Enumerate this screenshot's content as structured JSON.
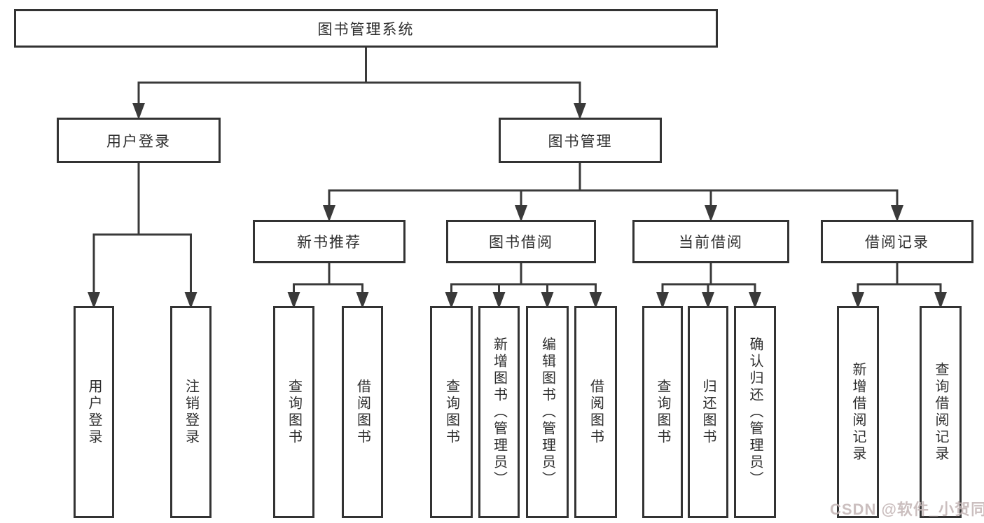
{
  "diagram": {
    "title": "图书管理系统",
    "nodes": {
      "root": "图书管理系统",
      "user_login": "用户登录",
      "book_mgmt": "图书管理",
      "new_book_rec": "新书推荐",
      "book_borrow": "图书借阅",
      "current_borrow": "当前借阅",
      "borrow_record": "借阅记录",
      "leaf_user_login": "用户登录",
      "leaf_logout": "注销登录",
      "leaf_query_book_1": "查询图书",
      "leaf_borrow_book_1": "借阅图书",
      "leaf_query_book_2": "查询图书",
      "leaf_add_book": "新增图书（管理员）",
      "leaf_edit_book": "编辑图书（管理员）",
      "leaf_borrow_book_2": "借阅图书",
      "leaf_query_book_3": "查询图书",
      "leaf_return_book": "归还图书",
      "leaf_confirm_return": "确认归还（管理员）",
      "leaf_add_record": "新增借阅记录",
      "leaf_query_record": "查询借阅记录"
    },
    "colors": {
      "line": "#3a3a3a",
      "border": "#333333",
      "background": "#ffffff"
    }
  },
  "watermark": {
    "text": "CSDN @软件_小贺同学",
    "color": "#c3b4b4"
  }
}
